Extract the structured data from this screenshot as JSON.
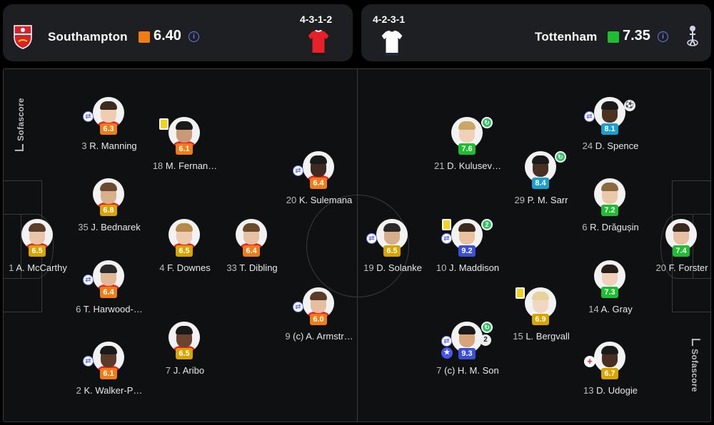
{
  "header": {
    "home": {
      "name": "Southampton",
      "rating": "6.40",
      "rating_color": "#f07c17",
      "formation": "4-3-1-2",
      "crest_icon": "southampton-crest-icon",
      "kit_color": "#e8202a"
    },
    "away": {
      "name": "Tottenham",
      "rating": "7.35",
      "rating_color": "#1fbe32",
      "formation": "4-2-3-1",
      "crest_icon": "tottenham-crest-icon",
      "kit_color": "#ffffff"
    }
  },
  "watermark": "Sofascore",
  "players": [
    {
      "num": "1",
      "name": "A. McCarthy",
      "rating": "6.5",
      "color": "#d9a300",
      "team": "home"
    },
    {
      "num": "3",
      "name": "R. Manning",
      "rating": "6.3",
      "color": "#f07c17",
      "team": "home"
    },
    {
      "num": "35",
      "name": "J. Bednarek",
      "rating": "6.8",
      "color": "#d9a300",
      "team": "home"
    },
    {
      "num": "6",
      "name": "T. Harwood-…",
      "rating": "6.4",
      "color": "#f07c17",
      "team": "home"
    },
    {
      "num": "2",
      "name": "K. Walker-P…",
      "rating": "6.1",
      "color": "#f07c17",
      "team": "home"
    },
    {
      "num": "18",
      "name": "M. Fernan…",
      "rating": "6.1",
      "color": "#f07c17",
      "team": "home"
    },
    {
      "num": "4",
      "name": "F. Downes",
      "rating": "6.5",
      "color": "#d9a300",
      "team": "home"
    },
    {
      "num": "7",
      "name": "J. Aribo",
      "rating": "6.5",
      "color": "#d9a300",
      "team": "home"
    },
    {
      "num": "33",
      "name": "T. Dibling",
      "rating": "6.4",
      "color": "#f07c17",
      "team": "home"
    },
    {
      "num": "20",
      "name": "K. Sulemana",
      "rating": "6.4",
      "color": "#f07c17",
      "team": "home"
    },
    {
      "num": "9",
      "name": "(c) A. Armstr…",
      "rating": "6.0",
      "color": "#f07c17",
      "team": "home"
    },
    {
      "num": "19",
      "name": "D. Solanke",
      "rating": "6.5",
      "color": "#d9a300",
      "team": "away"
    },
    {
      "num": "21",
      "name": "D. Kulusev…",
      "rating": "7.6",
      "color": "#1fbe32",
      "team": "away"
    },
    {
      "num": "10",
      "name": "J. Maddison",
      "rating": "9.2",
      "color": "#3b4fd8",
      "team": "away"
    },
    {
      "num": "7",
      "name": "(c) H. M. Son",
      "rating": "9.3",
      "color": "#3b4fd8",
      "team": "away"
    },
    {
      "num": "29",
      "name": "P. M. Sarr",
      "rating": "8.4",
      "color": "#1a9fcf",
      "team": "away"
    },
    {
      "num": "15",
      "name": "L. Bergvall",
      "rating": "6.9",
      "color": "#d9a300",
      "team": "away"
    },
    {
      "num": "24",
      "name": "D. Spence",
      "rating": "8.1",
      "color": "#1a9fcf",
      "team": "away"
    },
    {
      "num": "6",
      "name": "R. Drăgușin",
      "rating": "7.2",
      "color": "#1fbe32",
      "team": "away"
    },
    {
      "num": "14",
      "name": "A. Gray",
      "rating": "7.3",
      "color": "#1fbe32",
      "team": "away"
    },
    {
      "num": "13",
      "name": "D. Udogie",
      "rating": "6.7",
      "color": "#d9a300",
      "team": "away"
    },
    {
      "num": "20",
      "name": "F. Forster",
      "rating": "7.4",
      "color": "#1fbe32",
      "team": "away"
    }
  ],
  "badges": {
    "goal_count_maddison": "2",
    "assist_count_son": "2"
  },
  "icons": {
    "substitution": "⇄",
    "goal": "⚽",
    "star": "★",
    "injury": "+"
  }
}
